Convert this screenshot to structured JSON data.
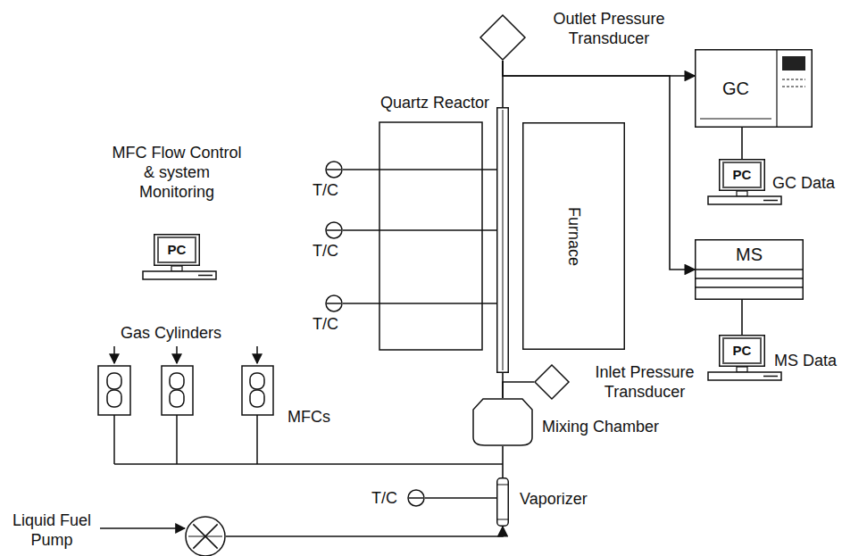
{
  "diagram": {
    "nodes": [
      {
        "text": [
          "Outlet Pressure Transducer"
        ]
      },
      {
        "text": [
          "Quartz Reactor"
        ]
      },
      {
        "text": [
          "Furnace"
        ]
      },
      {
        "text": [
          "T/C"
        ]
      },
      {
        "text": [
          "T/C"
        ]
      },
      {
        "text": [
          "T/C"
        ]
      },
      {
        "text": [
          "GC"
        ]
      },
      {
        "text": [
          "PC",
          "GC Data"
        ]
      },
      {
        "text": [
          "MS"
        ]
      },
      {
        "text": [
          "PC",
          "MS Data"
        ]
      },
      {
        "text": [
          "MFC Flow Control & system Monitoring",
          "PC"
        ]
      },
      {
        "text": [
          "Inlet Pressure Transducer"
        ]
      },
      {
        "text": [
          "Mixing Chamber"
        ]
      },
      {
        "text": [
          "T/C"
        ]
      },
      {
        "text": [
          "Vaporizer"
        ]
      },
      {
        "text": [
          "Liquid Fuel Pump"
        ]
      }
    ],
    "edges": [
      {
        "from": 1,
        "to": 0,
        "arrow": "none"
      },
      {
        "from": 0,
        "to": 6,
        "arrow": "to"
      },
      {
        "from": 0,
        "to": 8,
        "arrow": "to"
      },
      {
        "from": 3,
        "to": 1,
        "arrow": "none"
      },
      {
        "from": 4,
        "to": 1,
        "arrow": "none"
      },
      {
        "from": 5,
        "to": 1,
        "arrow": "none"
      },
      {
        "from": 6,
        "to": 7,
        "arrow": "none"
      },
      {
        "from": 8,
        "to": 9,
        "arrow": "none"
      },
      {
        "from": 11,
        "to": 12,
        "arrow": "none"
      },
      {
        "from": 12,
        "to": 1,
        "arrow": "none"
      },
      {
        "from": 14,
        "to": 12,
        "arrow": "none"
      },
      {
        "from": 13,
        "to": 14,
        "arrow": "none"
      },
      {
        "from": 15,
        "to": 14,
        "arrow": "to"
      }
    ],
    "labels": [
      "Gas Cylinders",
      "MFCs"
    ]
  }
}
